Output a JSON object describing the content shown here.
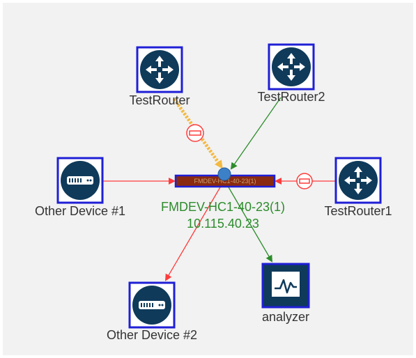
{
  "diagram": {
    "colors": {
      "node_border": "#1f1fd6",
      "node_fill": "#0f3a5a",
      "link_red": "#ff3b3b",
      "link_green": "#2b8c2b",
      "link_orange": "#f4b942",
      "center_label": "#2c8c2c"
    },
    "center": {
      "name": "FMDEV-HC1-40-23(1)",
      "ip": "10.115.40.23",
      "icon": "firewall-icon"
    },
    "nodes": {
      "test_router": {
        "label": "TestRouter",
        "icon": "router-icon"
      },
      "test_router2": {
        "label": "TestRouter2",
        "icon": "router-icon"
      },
      "test_router1": {
        "label": "TestRouter1",
        "icon": "router-icon"
      },
      "other_device_1": {
        "label": "Other Device #1",
        "icon": "server-device-icon"
      },
      "other_device_2": {
        "label": "Other Device #2",
        "icon": "server-device-icon"
      },
      "analyzer": {
        "label": "analyzer",
        "icon": "analyzer-chart-icon"
      }
    },
    "links": [
      {
        "from": "TestRouter",
        "to": "FMDEV-HC1-40-23(1)",
        "color": "orange",
        "blocked": true
      },
      {
        "from": "TestRouter2",
        "to": "FMDEV-HC1-40-23(1)",
        "color": "green",
        "blocked": false
      },
      {
        "from": "Other Device #1",
        "to": "FMDEV-HC1-40-23(1)",
        "color": "red",
        "blocked": false
      },
      {
        "from": "TestRouter1",
        "to": "FMDEV-HC1-40-23(1)",
        "color": "red",
        "blocked": true
      },
      {
        "from": "FMDEV-HC1-40-23(1)",
        "to": "Other Device #2",
        "color": "red",
        "blocked": false
      },
      {
        "from": "FMDEV-HC1-40-23(1)",
        "to": "analyzer",
        "color": "green",
        "blocked": false
      }
    ]
  }
}
